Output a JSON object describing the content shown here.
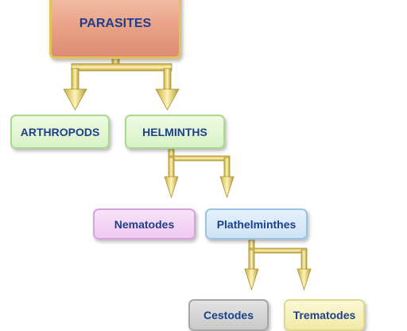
{
  "nodes": {
    "parasites": "PARASITES",
    "arthropods": "ARTHROPODS",
    "helminths": "HELMINTHS",
    "nematodes": "Nematodes",
    "plathelminthes": "Plathelminthes",
    "cestodes": "Cestodes",
    "trematodes": "Trematodes"
  },
  "colors": {
    "text": "#1d3f8c",
    "connector": "#d9c25a",
    "connector_shade": "#a8912c",
    "parasites_fill": "#e9a186",
    "parasites_border": "#e0c45a",
    "phylum_fill": "#d9f2c6",
    "nematodes_fill": "#efc9f1",
    "plathelminthes_fill": "#cde3f4",
    "cestodes_fill": "#c9c9c9",
    "trematodes_fill": "#f1eaa6"
  }
}
